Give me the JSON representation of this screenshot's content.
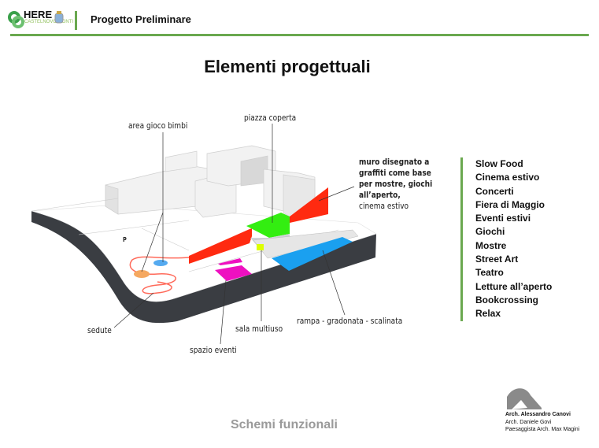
{
  "header": {
    "logo_text": "HERE",
    "logo_sub": "CASTELNOVO MONTI",
    "title": "Progetto Preliminare"
  },
  "slide": {
    "title": "Elementi progettuali",
    "footer": "Schemi funzionali"
  },
  "diagram": {
    "labels": {
      "area_gioco": "area gioco bimbi",
      "piazza": "piazza coperta",
      "muro": [
        "muro disegnato a",
        "graffiti come base",
        "per mostre, giochi",
        "all’aperto,",
        "cinema estivo"
      ],
      "sedute": "sedute",
      "spazio_eventi": "spazio eventi",
      "sala": "sala multiuso",
      "rampa": "rampa - gradonata - scalinata",
      "parking": "P"
    },
    "colors": {
      "wall": "#ff2a10",
      "piazza": "#33ee11",
      "events": "#ee10c0",
      "ramp": "#1aa0f0",
      "sala": "#ddff00",
      "base": "#3a3d42"
    }
  },
  "activities": [
    "Slow Food",
    "Cinema estivo",
    "Concerti",
    "Fiera di Maggio",
    "Eventi estivi",
    "Giochi",
    "Mostre",
    "Street Art",
    "Teatro",
    "Letture all’aperto",
    "Bookcrossing",
    "Relax"
  ],
  "credits": [
    "Arch. Alessandro Canovi",
    "Arch. Daniele Govi",
    "Paesaggista Arch. Max Magini"
  ]
}
